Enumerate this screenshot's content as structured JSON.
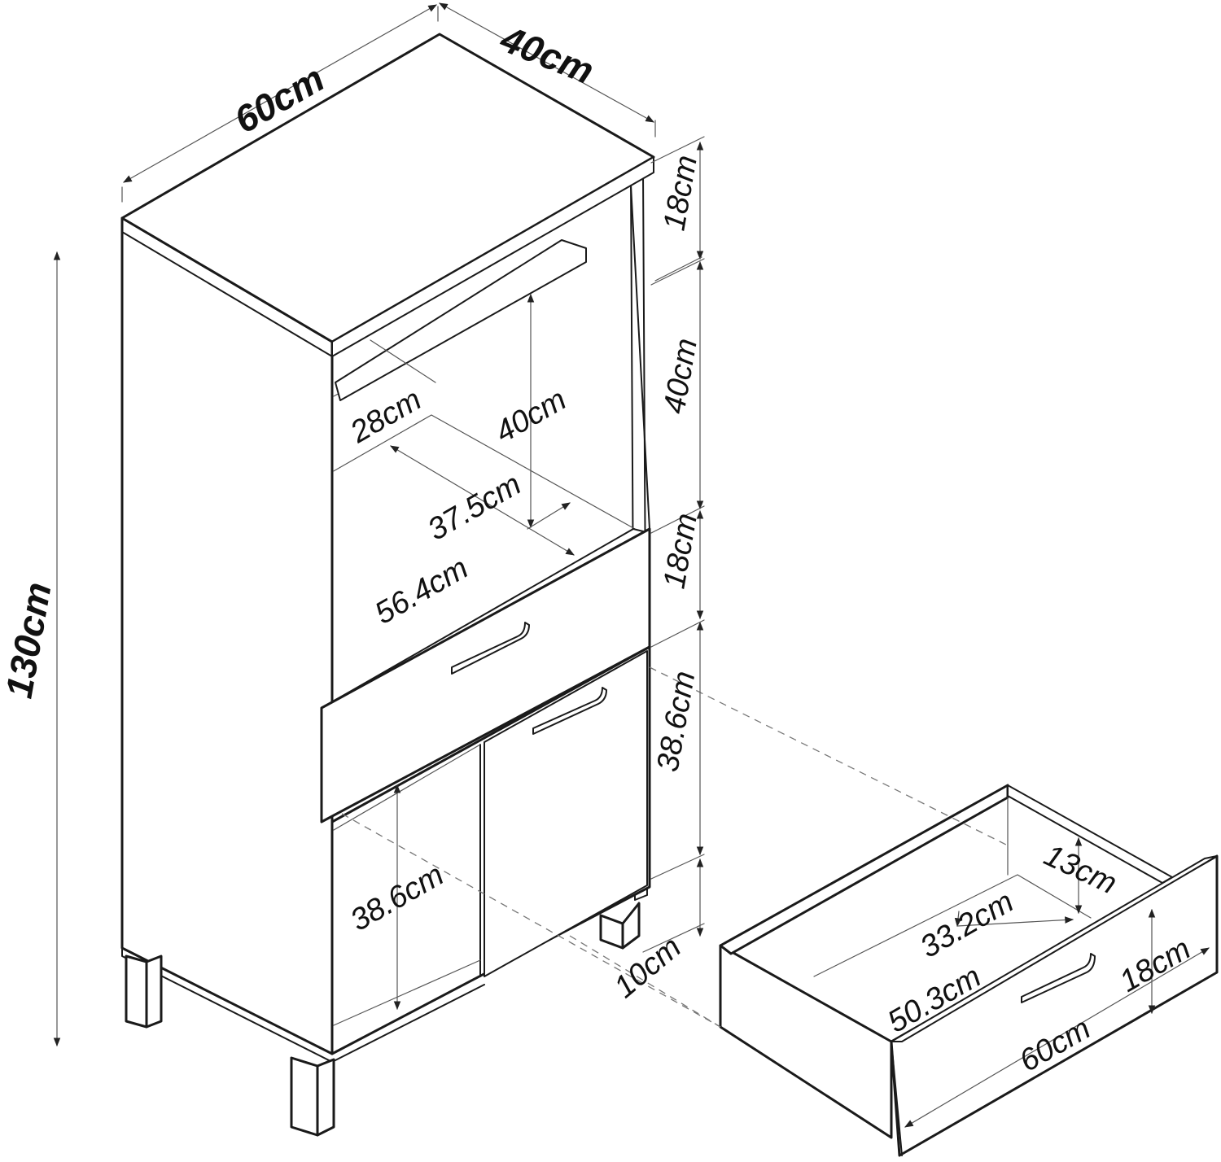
{
  "dimensions": {
    "overall_width": "60cm",
    "overall_depth": "40cm",
    "overall_height": "130cm",
    "top_shelf_gap": "18cm",
    "microwave_niche_height": "40cm",
    "drawer_band_height": "18cm",
    "lower_cabinet_height": "38.6cm",
    "leg_height": "10cm",
    "niche_shelf_depth": "28cm",
    "niche_inner_height": "40cm",
    "niche_depth": "37.5cm",
    "niche_width": "56.4cm",
    "lower_inner_height": "38.6cm",
    "drawer_inner_height": "13cm",
    "drawer_inner_depth": "33.2cm",
    "drawer_inner_width": "50.3cm",
    "drawer_front_height": "18cm",
    "drawer_front_width": "60cm"
  }
}
